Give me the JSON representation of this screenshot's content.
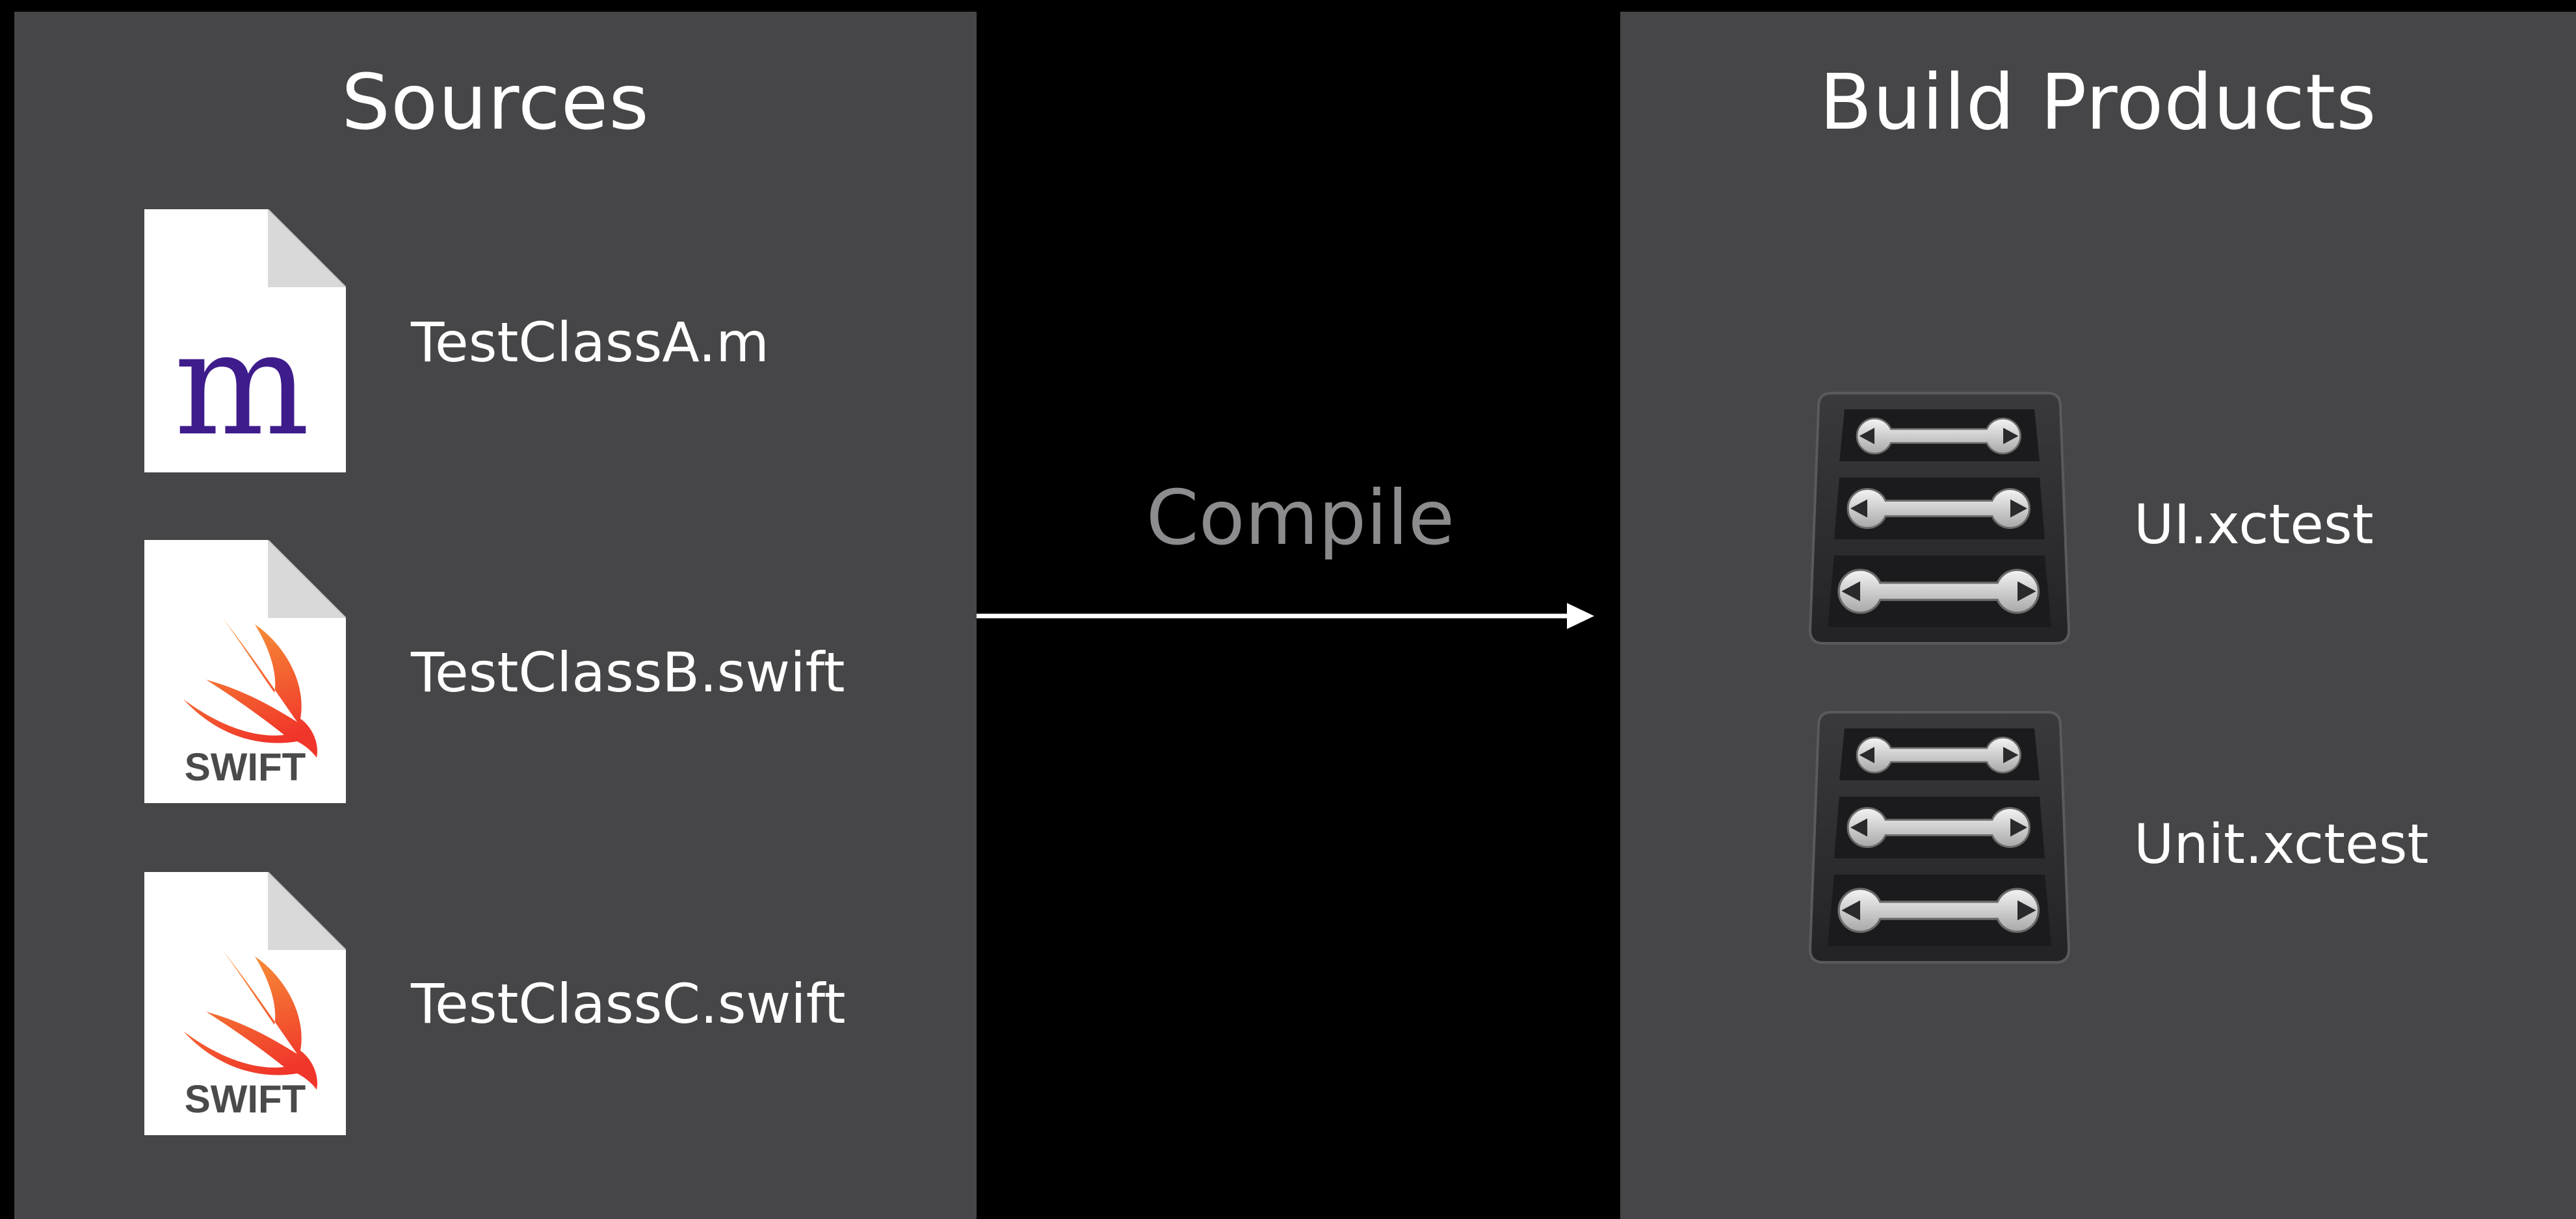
{
  "sources_panel": {
    "title": "Sources",
    "files": [
      {
        "name": "TestClassA.m",
        "icon": "objective-c-m-file-icon",
        "glyph": "m"
      },
      {
        "name": "TestClassB.swift",
        "icon": "swift-file-icon",
        "badge": "SWIFT"
      },
      {
        "name": "TestClassC.swift",
        "icon": "swift-file-icon",
        "badge": "SWIFT"
      }
    ]
  },
  "compile_step": {
    "label": "Compile",
    "arrow_icon": "right-arrow-icon"
  },
  "products_panel": {
    "title": "Build Products",
    "products": [
      {
        "name": "UI.xctest",
        "icon": "xctest-bundle-icon"
      },
      {
        "name": "Unit.xctest",
        "icon": "xctest-bundle-icon"
      }
    ]
  },
  "colors": {
    "background": "#000000",
    "panel": "#464648",
    "text": "#ffffff",
    "compile_text": "#8c8c8e",
    "m_letter": "#3f1c8c",
    "swift_orange": "#f8862d",
    "swift_red": "#f03b2a"
  }
}
